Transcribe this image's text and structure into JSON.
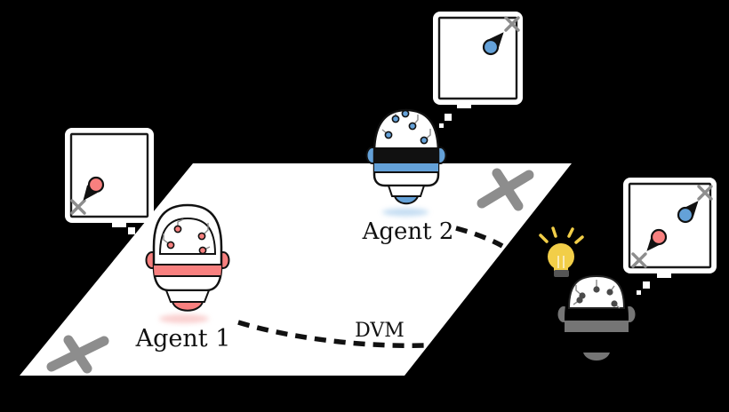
{
  "figure": {
    "description": "Two robot agents on a white ground plane imagine goals (thought bubbles with a colored dot moving toward an X target); a third observer robot (DVM) with a lightbulb idea imagines both agents' dots and targets; dashed paths labeled DVM link the agents toward the observer.",
    "labels": {
      "agent1": "Agent 1",
      "agent2": "Agent 2",
      "dvm": "DVM"
    },
    "colors": {
      "background": "#000000",
      "plane": "#ffffff",
      "outline": "#111111",
      "agent1_accent": "#f8807f",
      "agent1_glow": "#f6a9a8",
      "agent2_accent": "#64a1d8",
      "agent2_glow": "#9cc6ea",
      "dvm_accent": "#757575",
      "dvm_node": "#4a4a4a",
      "target_x": "#8d8d8d",
      "bulb_yellow": "#f2ce48",
      "bulb_base": "#555555",
      "circuit_trace": "#8a8a8a"
    },
    "thought_bubbles": {
      "agent1": {
        "marker": "red-dot",
        "target": "x-mark",
        "relation": "arrow-to-target"
      },
      "agent2": {
        "marker": "blue-dot",
        "target": "x-mark",
        "relation": "arrow-to-target"
      },
      "dvm": {
        "markers": [
          "blue-dot",
          "red-dot"
        ],
        "targets": [
          "x-mark",
          "x-mark"
        ],
        "relation": "arrows-to-targets"
      }
    },
    "ground_targets": [
      "x-mark-bottom-left",
      "x-mark-top-right"
    ]
  }
}
